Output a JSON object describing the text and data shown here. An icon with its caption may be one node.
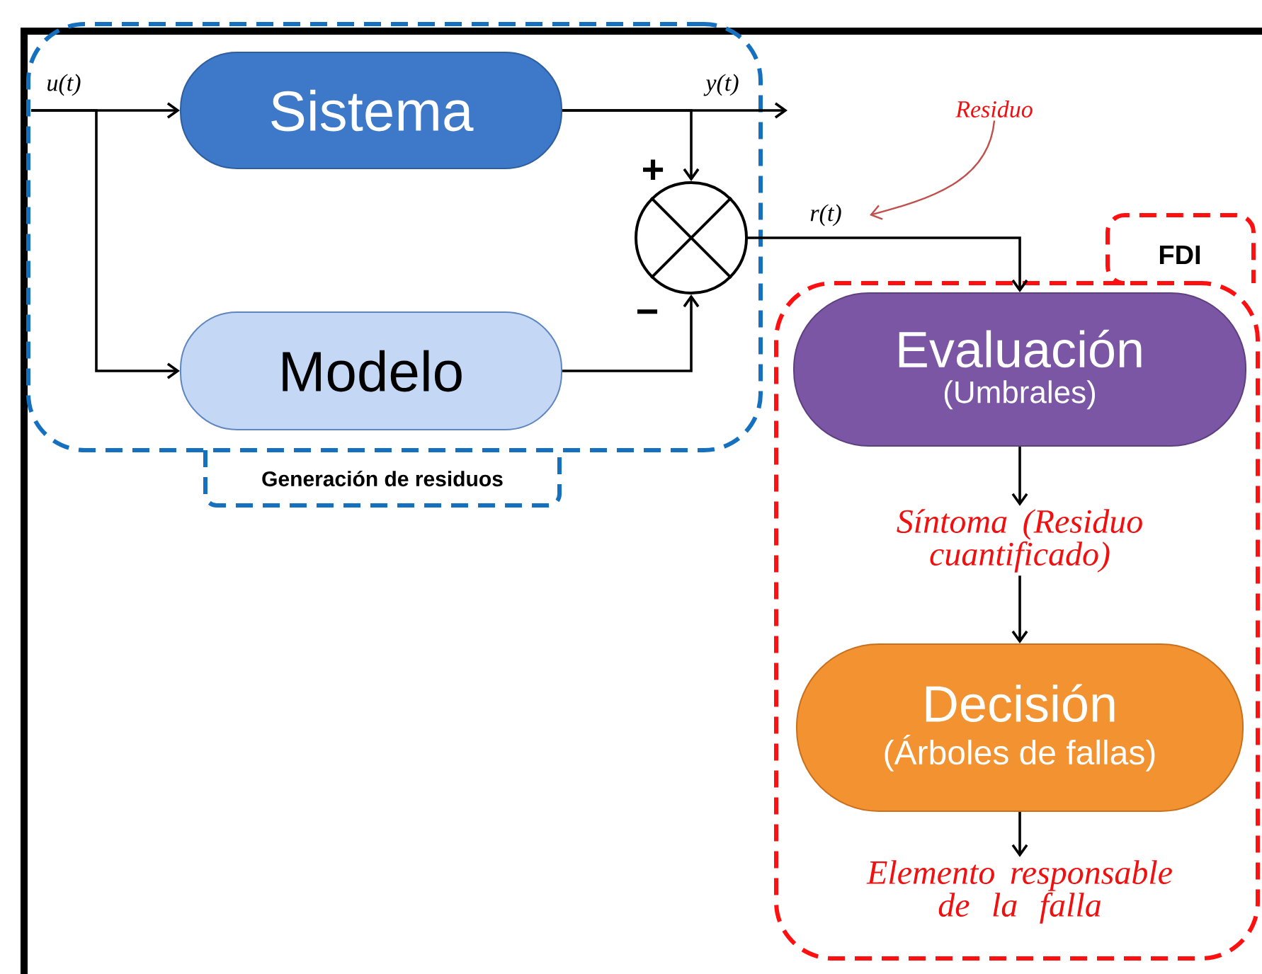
{
  "diagram": {
    "nodes": [
      {
        "text": [
          "Generación de residuos"
        ]
      },
      {
        "text": [
          "Sistema"
        ],
        "in": 0
      },
      {
        "text": [
          "Modelo"
        ],
        "in": 0
      },
      {
        "text": [],
        "shape": "circle",
        "in": 0
      },
      {
        "text": [
          "FDI"
        ]
      },
      {
        "text": [
          "Evaluación",
          "(Umbrales)"
        ],
        "in": 4
      },
      {
        "text": [
          "Síntoma (Residuo cuantificado)"
        ],
        "in": 4
      },
      {
        "text": [
          "Decisión",
          "(Árboles de fallas)"
        ],
        "in": 4
      },
      {
        "text": [
          "Elemento responsable de la falla"
        ],
        "in": 4
      },
      {
        "text": [
          "Residuo"
        ]
      }
    ],
    "edges": [
      {
        "from": null,
        "to": 1,
        "arrow": "to",
        "label": "u(t)"
      },
      {
        "from": null,
        "to": 2,
        "arrow": "to"
      },
      {
        "from": 1,
        "to": null,
        "arrow": "to",
        "label": "y(t)"
      },
      {
        "from": 1,
        "to": 3,
        "arrow": "to"
      },
      {
        "from": 2,
        "to": 3,
        "arrow": "to"
      },
      {
        "from": 3,
        "to": 5,
        "arrow": "to",
        "label": "r(t)"
      },
      {
        "from": 5,
        "to": 6,
        "arrow": "to"
      },
      {
        "from": 6,
        "to": 7,
        "arrow": "to"
      },
      {
        "from": 7,
        "to": 8,
        "arrow": "to"
      },
      {
        "from": 9,
        "to": null,
        "arrow": "to",
        "color": "#c0504d"
      }
    ],
    "labels": [
      "+",
      "−"
    ]
  }
}
